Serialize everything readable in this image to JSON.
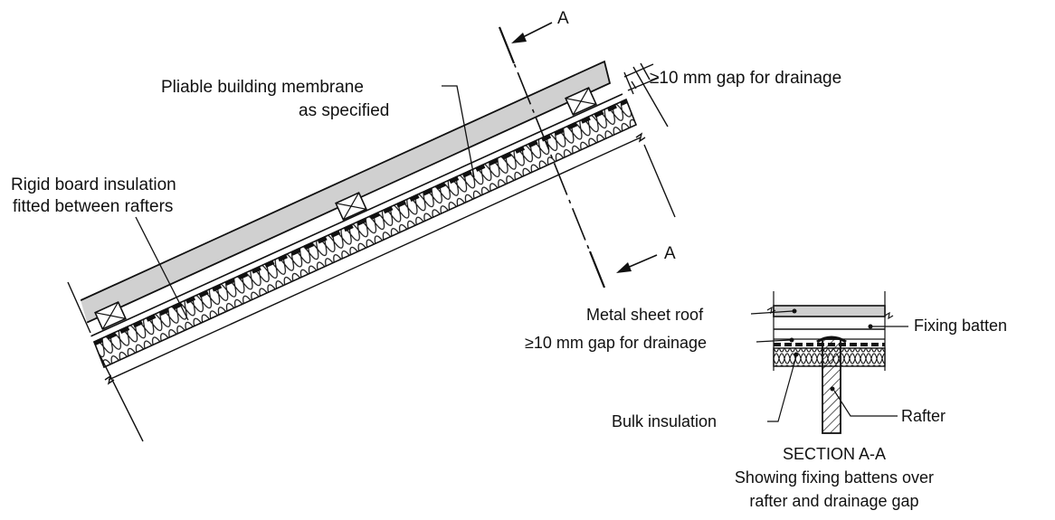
{
  "colors": {
    "line": "#111111",
    "sheet_fill": "#d0d0d0",
    "rafter_fill": "#e0e0e0",
    "background": "#ffffff"
  },
  "section_marks": {
    "top": "A",
    "bottom": "A"
  },
  "labels": {
    "membrane_line1": "Pliable building membrane",
    "membrane_line2": "as specified",
    "gap_top": "≥10 mm gap for drainage",
    "insulation_line1": "Rigid board insulation",
    "insulation_line2": "fitted between rafters"
  },
  "section": {
    "metal_sheet_roof": "Metal sheet roof",
    "fixing_batten": "Fixing batten",
    "gap": "≥10 mm gap for drainage",
    "bulk_insulation": "Bulk insulation",
    "rafter": "Rafter",
    "title": "SECTION A-A",
    "caption_line1": "Showing fixing battens over",
    "caption_line2": "rafter and drainage gap"
  }
}
